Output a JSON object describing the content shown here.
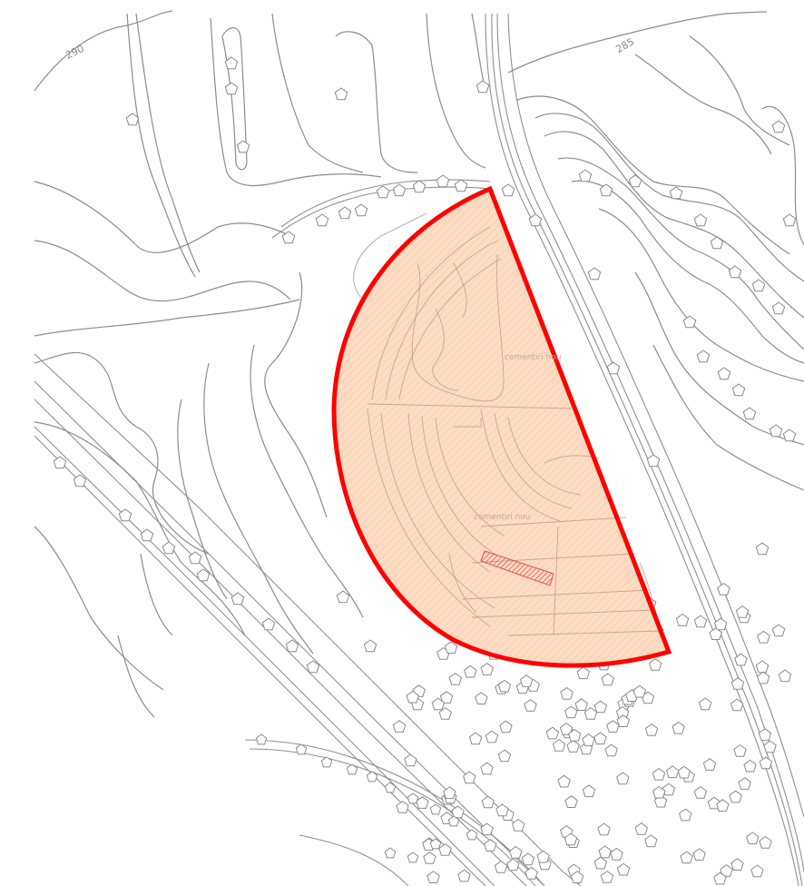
{
  "map": {
    "contour_labels": [
      "290",
      "285"
    ],
    "parcel_labels": [
      "cementiri nou",
      "cementiri nou"
    ],
    "colors": {
      "boundary": "#ff0000",
      "parcel_fill": "#fddcc3",
      "background": "#ffffff",
      "lines": "#8c8c8c",
      "hatch": "#e85050"
    }
  }
}
